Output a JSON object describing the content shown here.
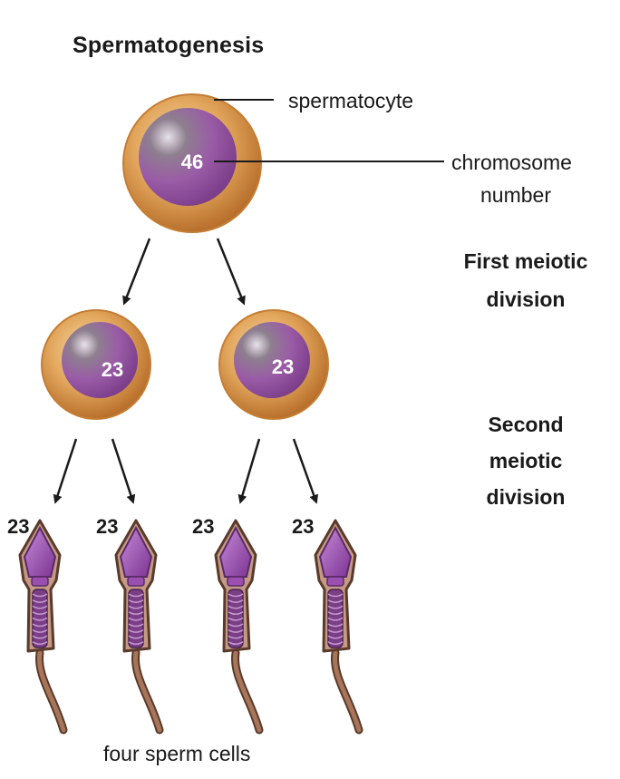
{
  "diagram": {
    "title": "Spermatogenesis",
    "labels": {
      "spermatocyte": "spermatocyte",
      "chromosome_number": [
        "chromosome",
        "number"
      ],
      "first_division": [
        "First meiotic",
        "division"
      ],
      "second_division": [
        "Second",
        "meiotic",
        "division"
      ],
      "caption": "four sperm cells"
    },
    "spermatocyte_number": "46",
    "secondary_numbers": [
      "23",
      "23"
    ],
    "sperm_numbers": [
      "23",
      "23",
      "23",
      "23"
    ],
    "colors": {
      "cell": "#d99a4c",
      "cell_rim": "#c47e34",
      "nucleus": "#9a5ca6",
      "sperm_head": "#9b4fb0",
      "sperm_tail": "#a7755a",
      "arrow": "#1a1a1a"
    }
  }
}
